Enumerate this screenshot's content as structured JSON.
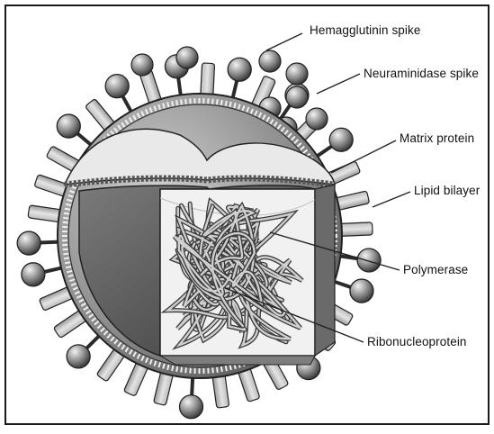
{
  "labels": {
    "hemagglutinin": "Hemagglutinin spike",
    "neuraminidase": "Neuraminidase spike",
    "matrix": "Matrix protein",
    "lipid": "Lipid bilayer",
    "polymerase": "Polymerase",
    "rnp": "Ribonucleoprotein"
  },
  "colors": {
    "frame": "#1a1a1a",
    "shell_light": "#d8d8d8",
    "shell_mid": "#9a9a9a",
    "shell_dark": "#4a4a4a",
    "interior": "#eeeeee"
  }
}
